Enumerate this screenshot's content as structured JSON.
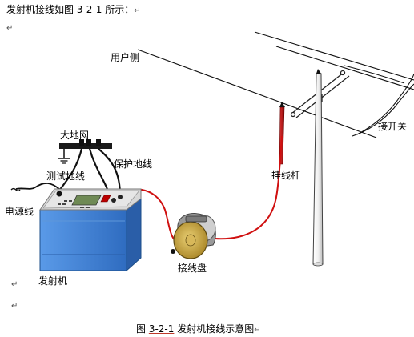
{
  "heading": {
    "prefix": "发射机接线如图 ",
    "fig_ref": "3-2-1",
    "suffix": " 所示：",
    "mark": "↵"
  },
  "para_marks": [
    "↵",
    "↵",
    "↵"
  ],
  "labels": {
    "user_side": "用户侧",
    "switch": "接开关",
    "ground_grid": "大地网",
    "protect_ground": "保护地线",
    "test_ground": "测试地线",
    "hook_rod": "挂线杆",
    "power_cord": "电源线",
    "reel": "接线盘",
    "transmitter": "发射机"
  },
  "caption": {
    "prefix": "图 ",
    "fig_ref": "3-2-1",
    "suffix": " 发射机接线示意图",
    "mark": "↵"
  },
  "colors": {
    "device_blue": "#3a7ed5",
    "red_wire": "#d01010",
    "panel_grey": "#d8d8d8",
    "reel_gold": "#c9a23a"
  }
}
